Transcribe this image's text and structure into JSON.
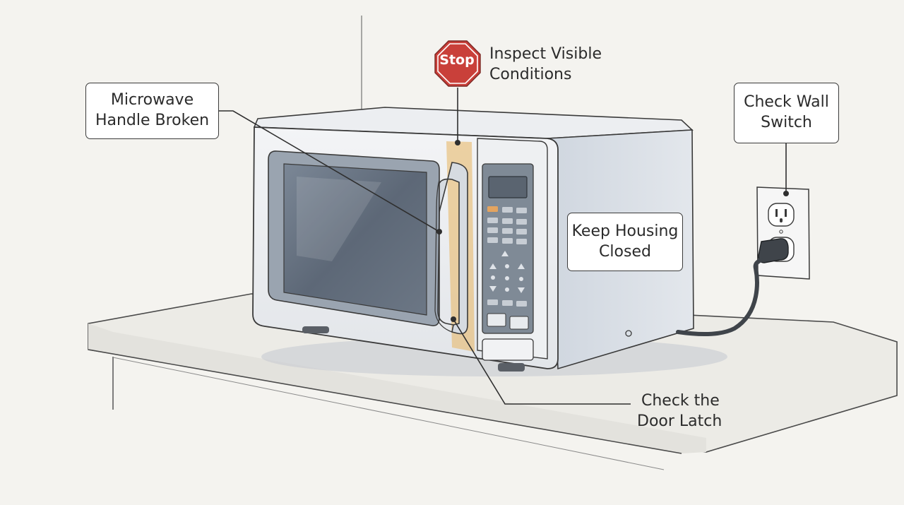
{
  "callouts": {
    "handle": {
      "line1": "Microwave",
      "line2": "Handle Broken"
    },
    "stop_sign": {
      "text": "Stop",
      "color": "#c9403a"
    },
    "inspect": {
      "line1": "Inspect Visible",
      "line2": "Conditions"
    },
    "wall_switch": {
      "line1": "Check Wall",
      "line2": "Switch"
    },
    "housing": {
      "line1": "Keep Housing",
      "line2": "Closed"
    },
    "door_latch": {
      "line1": "Check the",
      "line2": "Door Latch"
    }
  },
  "colors": {
    "background": "#f4f3ef",
    "outline": "#3a3a3a",
    "highlight": "#e7b96a",
    "button_accent": "#e3a460"
  },
  "icons": [
    "stop-sign-icon",
    "wall-outlet-icon",
    "power-plug-icon"
  ]
}
